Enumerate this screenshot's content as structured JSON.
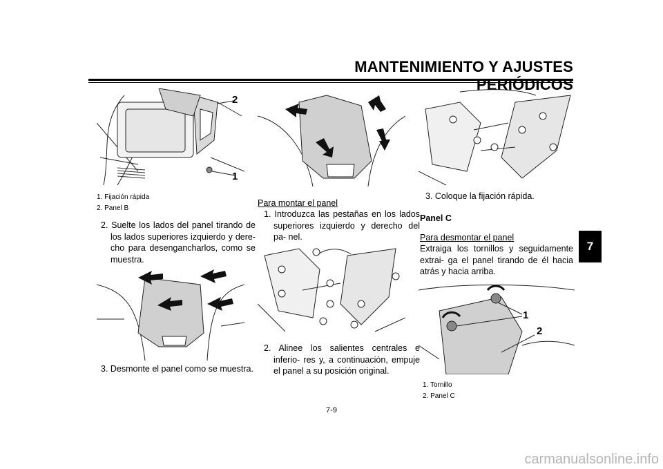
{
  "header": {
    "title": "MANTENIMIENTO Y AJUSTES PERIÓDICOS"
  },
  "tab": {
    "label": "7"
  },
  "col1": {
    "fig1_callouts": [
      "2",
      "1"
    ],
    "captions": [
      "1. Fijación rápida",
      "2. Panel B"
    ],
    "step2": "2. Suelte los lados del panel tirando de los lados superiores izquierdo y dere- cho para desengancharlos, como se muestra.",
    "step3": "3. Desmonte el panel como se muestra."
  },
  "col2": {
    "heading": "Para montar el panel",
    "step1": "1. Introduzca las pestañas en los lados superiores izquierdo y derecho del pa- nel.",
    "step2": "2. Alinee los salientes centrales e inferio- res y, a continuación, empuje el panel a su posición original."
  },
  "col3": {
    "step3": "3. Coloque la fijación rápida.",
    "panel_heading": "Panel C",
    "remove_heading": "Para desmontar el panel",
    "remove_text": "Extraiga los tornillos y seguidamente extrai- ga el panel tirando de él hacia atrás y hacia arriba.",
    "fig_callouts": [
      "1",
      "2"
    ],
    "captions": [
      "1. Tornillo",
      "2. Panel C"
    ]
  },
  "page_number": "7-9",
  "footer": "carmanualsonline.info"
}
